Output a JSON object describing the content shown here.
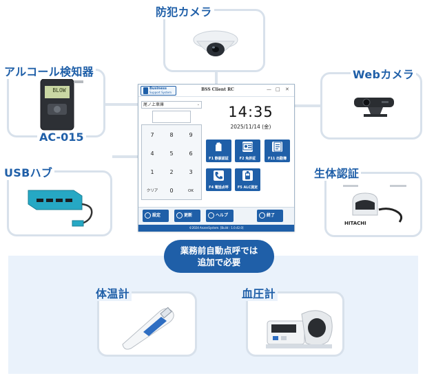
{
  "devices": {
    "camera": {
      "title": "防犯カメラ",
      "icon": "dome-camera-icon"
    },
    "alcohol": {
      "title": "アルコール検知器",
      "model": "AC-015",
      "display": "BLOW",
      "icon": "alcohol-detector-icon"
    },
    "usb": {
      "title": "USBハブ",
      "icon": "usb-hub-icon"
    },
    "webcam": {
      "title": "Webカメラ",
      "icon": "webcam-icon"
    },
    "bio": {
      "title": "生体認証",
      "brand": "HITACHI",
      "icon": "finger-vein-scanner-icon"
    },
    "thermo": {
      "title": "体温計",
      "icon": "thermometer-icon"
    },
    "bp": {
      "title": "血圧計",
      "icon": "blood-pressure-monitor-icon"
    }
  },
  "notice": {
    "line1": "業務前自動点呼では",
    "line2": "追加で必要"
  },
  "app": {
    "logo_line1": "Business",
    "logo_line2": "Support System",
    "title": "BSS Client RC",
    "controls": {
      "minimize": "—",
      "maximize": "□",
      "close": "✕"
    },
    "select_value": "尾ノ上車庫",
    "keys": [
      "7",
      "8",
      "9",
      "4",
      "5",
      "6",
      "1",
      "2",
      "3",
      "クリア",
      "0",
      "OK"
    ],
    "time": "14:35",
    "date": "2025/11/14 (金)",
    "function_buttons": [
      {
        "label": "F1 静脈認証",
        "icon": "hand-icon"
      },
      {
        "label": "F2 免許証",
        "icon": "license-card-icon"
      },
      {
        "label": "F11 出勤簿",
        "icon": "document-icon"
      },
      {
        "label": "F4 電話点呼",
        "icon": "phone-icon"
      },
      {
        "label": "F5 ALC測定",
        "icon": "alcohol-check-icon"
      }
    ],
    "bottom_buttons": {
      "settings": "設定",
      "update": "更新",
      "help": "ヘルプ",
      "exit": "終了"
    },
    "footer": "©2024 AnzenSystem. [Build : 1.0.42.0]"
  },
  "colors": {
    "accent": "#1f5fa8",
    "card_border": "#d8e1eb",
    "band": "#eaf2fb"
  }
}
